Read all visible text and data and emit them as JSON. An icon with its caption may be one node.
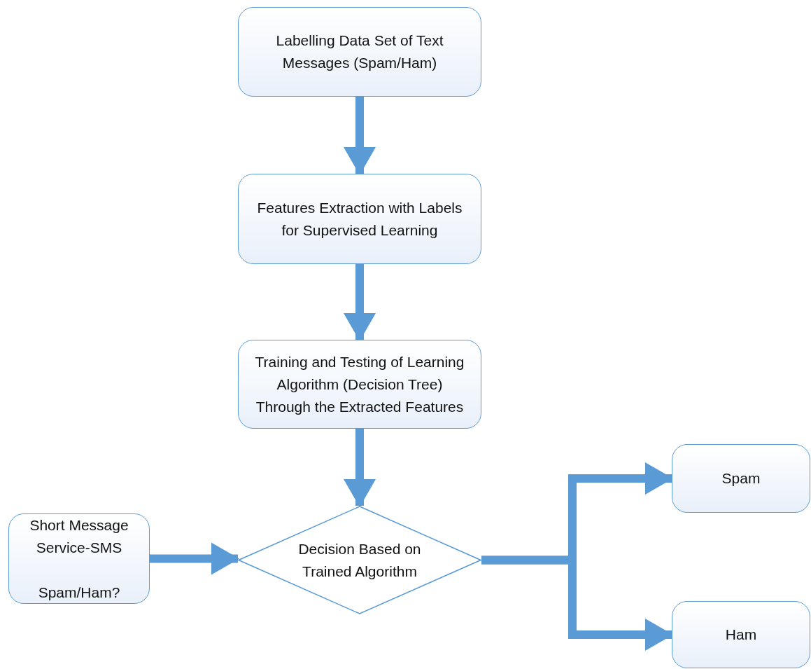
{
  "diagram": {
    "nodes": [
      {
        "text": [
          "Labelling Data Set of Text Messages (Spam/Ham)"
        ]
      },
      {
        "text": [
          "Features Extraction with Labels for Supervised Learning"
        ]
      },
      {
        "text": [
          "Training and Testing of Learning Algorithm (Decision Tree) Through the Extracted Features"
        ]
      },
      {
        "text": [
          "Short Message Service-SMS",
          "Spam/Ham?"
        ]
      },
      {
        "text": [
          "Decision Based on Trained Algorithm"
        ]
      },
      {
        "text": [
          "Spam"
        ]
      },
      {
        "text": [
          "Ham"
        ]
      }
    ],
    "edges": [
      {
        "from": 0,
        "to": 1,
        "arrow": "to"
      },
      {
        "from": 1,
        "to": 2,
        "arrow": "to"
      },
      {
        "from": 2,
        "to": 4,
        "arrow": "to"
      },
      {
        "from": 3,
        "to": 4,
        "arrow": "to"
      },
      {
        "from": 4,
        "to": 5,
        "arrow": "to"
      },
      {
        "from": 4,
        "to": 6,
        "arrow": "to"
      }
    ]
  }
}
